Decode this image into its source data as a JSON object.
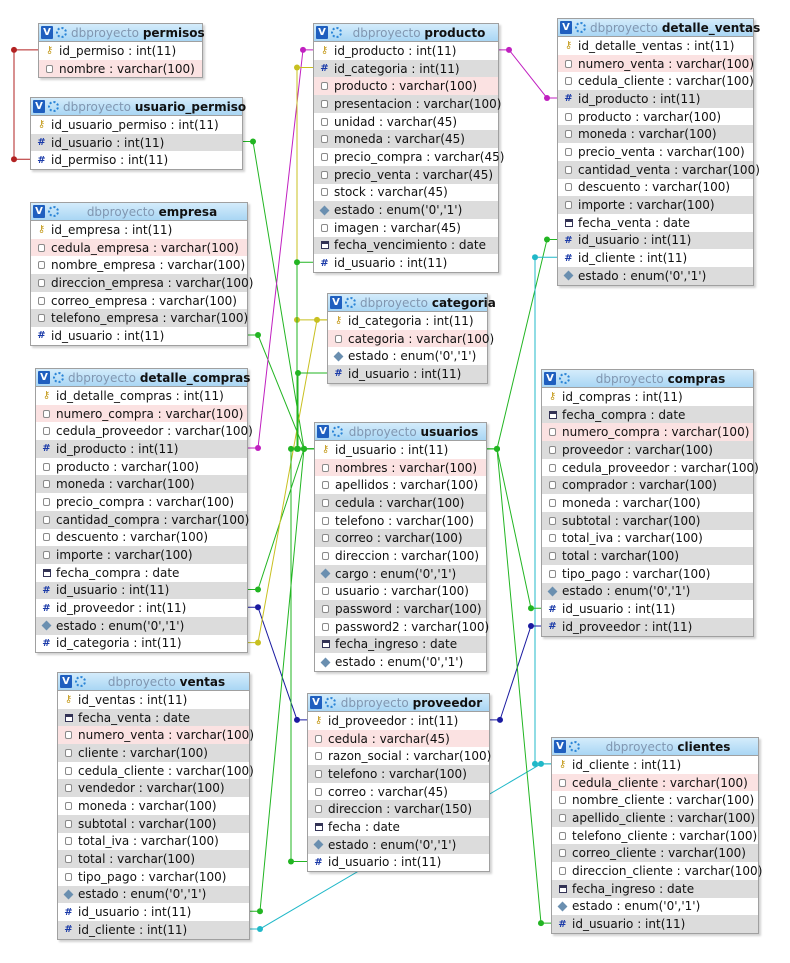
{
  "db_name": "dbproyecto",
  "tables": [
    {
      "name": "permisos",
      "columns": [
        {
          "text": "id_permiso : int(11)",
          "icon": "key",
          "shade": "white"
        },
        {
          "text": "nombre : varchar(100)",
          "icon": "text",
          "shade": "idx"
        }
      ]
    },
    {
      "name": "usuario_permiso",
      "columns": [
        {
          "text": "id_usuario_permiso : int(11)",
          "icon": "key",
          "shade": "white"
        },
        {
          "text": "id_usuario : int(11)",
          "icon": "num",
          "shade": "alt"
        },
        {
          "text": "id_permiso : int(11)",
          "icon": "num",
          "shade": "white"
        }
      ]
    },
    {
      "name": "empresa",
      "columns": [
        {
          "text": "id_empresa : int(11)",
          "icon": "key",
          "shade": "white"
        },
        {
          "text": "cedula_empresa : varchar(100)",
          "icon": "text",
          "shade": "idx"
        },
        {
          "text": "nombre_empresa : varchar(100)",
          "icon": "text",
          "shade": "white"
        },
        {
          "text": "direccion_empresa : varchar(100)",
          "icon": "text",
          "shade": "alt"
        },
        {
          "text": "correo_empresa : varchar(100)",
          "icon": "text",
          "shade": "white"
        },
        {
          "text": "telefono_empresa : varchar(100)",
          "icon": "text",
          "shade": "alt"
        },
        {
          "text": "id_usuario : int(11)",
          "icon": "num",
          "shade": "white"
        }
      ]
    },
    {
      "name": "detalle_compras",
      "columns": [
        {
          "text": "id_detalle_compras : int(11)",
          "icon": "key",
          "shade": "white"
        },
        {
          "text": "numero_compra : varchar(100)",
          "icon": "text",
          "shade": "idx"
        },
        {
          "text": "cedula_proveedor : varchar(100)",
          "icon": "text",
          "shade": "white"
        },
        {
          "text": "id_producto : int(11)",
          "icon": "num",
          "shade": "alt"
        },
        {
          "text": "producto : varchar(100)",
          "icon": "text",
          "shade": "white"
        },
        {
          "text": "moneda : varchar(100)",
          "icon": "text",
          "shade": "alt"
        },
        {
          "text": "precio_compra : varchar(100)",
          "icon": "text",
          "shade": "white"
        },
        {
          "text": "cantidad_compra : varchar(100)",
          "icon": "text",
          "shade": "alt"
        },
        {
          "text": "descuento : varchar(100)",
          "icon": "text",
          "shade": "white"
        },
        {
          "text": "importe : varchar(100)",
          "icon": "text",
          "shade": "alt"
        },
        {
          "text": "fecha_compra : date",
          "icon": "date",
          "shade": "white"
        },
        {
          "text": "id_usuario : int(11)",
          "icon": "num",
          "shade": "alt"
        },
        {
          "text": "id_proveedor : int(11)",
          "icon": "num",
          "shade": "white"
        },
        {
          "text": "estado : enum('0','1')",
          "icon": "enum",
          "shade": "alt"
        },
        {
          "text": "id_categoria : int(11)",
          "icon": "num",
          "shade": "white"
        }
      ]
    },
    {
      "name": "ventas",
      "columns": [
        {
          "text": "id_ventas : int(11)",
          "icon": "key",
          "shade": "white"
        },
        {
          "text": "fecha_venta : date",
          "icon": "date",
          "shade": "alt"
        },
        {
          "text": "numero_venta : varchar(100)",
          "icon": "text",
          "shade": "idx"
        },
        {
          "text": "cliente : varchar(100)",
          "icon": "text",
          "shade": "alt"
        },
        {
          "text": "cedula_cliente : varchar(100)",
          "icon": "text",
          "shade": "white"
        },
        {
          "text": "vendedor : varchar(100)",
          "icon": "text",
          "shade": "alt"
        },
        {
          "text": "moneda : varchar(100)",
          "icon": "text",
          "shade": "white"
        },
        {
          "text": "subtotal : varchar(100)",
          "icon": "text",
          "shade": "alt"
        },
        {
          "text": "total_iva : varchar(100)",
          "icon": "text",
          "shade": "white"
        },
        {
          "text": "total : varchar(100)",
          "icon": "text",
          "shade": "alt"
        },
        {
          "text": "tipo_pago : varchar(100)",
          "icon": "text",
          "shade": "white"
        },
        {
          "text": "estado : enum('0','1')",
          "icon": "enum",
          "shade": "alt"
        },
        {
          "text": "id_usuario : int(11)",
          "icon": "num",
          "shade": "white"
        },
        {
          "text": "id_cliente : int(11)",
          "icon": "num",
          "shade": "alt"
        }
      ]
    },
    {
      "name": "producto",
      "columns": [
        {
          "text": "id_producto : int(11)",
          "icon": "key",
          "shade": "white"
        },
        {
          "text": "id_categoria : int(11)",
          "icon": "num",
          "shade": "alt"
        },
        {
          "text": "producto : varchar(100)",
          "icon": "text",
          "shade": "idx"
        },
        {
          "text": "presentacion : varchar(100)",
          "icon": "text",
          "shade": "alt"
        },
        {
          "text": "unidad : varchar(45)",
          "icon": "text",
          "shade": "white"
        },
        {
          "text": "moneda : varchar(45)",
          "icon": "text",
          "shade": "alt"
        },
        {
          "text": "precio_compra : varchar(45)",
          "icon": "text",
          "shade": "white"
        },
        {
          "text": "precio_venta : varchar(45)",
          "icon": "text",
          "shade": "alt"
        },
        {
          "text": "stock : varchar(45)",
          "icon": "text",
          "shade": "white"
        },
        {
          "text": "estado : enum('0','1')",
          "icon": "enum",
          "shade": "alt"
        },
        {
          "text": "imagen : varchar(45)",
          "icon": "text",
          "shade": "white"
        },
        {
          "text": "fecha_vencimiento : date",
          "icon": "date",
          "shade": "alt"
        },
        {
          "text": "id_usuario : int(11)",
          "icon": "num",
          "shade": "white"
        }
      ]
    },
    {
      "name": "categoria",
      "columns": [
        {
          "text": "id_categoria : int(11)",
          "icon": "key",
          "shade": "white"
        },
        {
          "text": "categoria : varchar(100)",
          "icon": "text",
          "shade": "idx"
        },
        {
          "text": "estado : enum('0','1')",
          "icon": "enum",
          "shade": "white"
        },
        {
          "text": "id_usuario : int(11)",
          "icon": "num",
          "shade": "alt"
        }
      ]
    },
    {
      "name": "usuarios",
      "columns": [
        {
          "text": "id_usuario : int(11)",
          "icon": "key",
          "shade": "white"
        },
        {
          "text": "nombres : varchar(100)",
          "icon": "text",
          "shade": "idx"
        },
        {
          "text": "apellidos : varchar(100)",
          "icon": "text",
          "shade": "white"
        },
        {
          "text": "cedula : varchar(100)",
          "icon": "text",
          "shade": "alt"
        },
        {
          "text": "telefono : varchar(100)",
          "icon": "text",
          "shade": "white"
        },
        {
          "text": "correo : varchar(100)",
          "icon": "text",
          "shade": "alt"
        },
        {
          "text": "direccion : varchar(100)",
          "icon": "text",
          "shade": "white"
        },
        {
          "text": "cargo : enum('0','1')",
          "icon": "enum",
          "shade": "alt"
        },
        {
          "text": "usuario : varchar(100)",
          "icon": "text",
          "shade": "white"
        },
        {
          "text": "password : varchar(100)",
          "icon": "text",
          "shade": "alt"
        },
        {
          "text": "password2 : varchar(100)",
          "icon": "text",
          "shade": "white"
        },
        {
          "text": "fecha_ingreso : date",
          "icon": "date",
          "shade": "alt"
        },
        {
          "text": "estado : enum('0','1')",
          "icon": "enum",
          "shade": "white"
        }
      ]
    },
    {
      "name": "proveedor",
      "columns": [
        {
          "text": "id_proveedor : int(11)",
          "icon": "key",
          "shade": "white"
        },
        {
          "text": "cedula : varchar(45)",
          "icon": "text",
          "shade": "idx"
        },
        {
          "text": "razon_social : varchar(100)",
          "icon": "text",
          "shade": "white"
        },
        {
          "text": "telefono : varchar(100)",
          "icon": "text",
          "shade": "alt"
        },
        {
          "text": "correo : varchar(45)",
          "icon": "text",
          "shade": "white"
        },
        {
          "text": "direccion : varchar(150)",
          "icon": "text",
          "shade": "alt"
        },
        {
          "text": "fecha : date",
          "icon": "date",
          "shade": "white"
        },
        {
          "text": "estado : enum('0','1')",
          "icon": "enum",
          "shade": "alt"
        },
        {
          "text": "id_usuario : int(11)",
          "icon": "num",
          "shade": "white"
        }
      ]
    },
    {
      "name": "detalle_ventas",
      "columns": [
        {
          "text": "id_detalle_ventas : int(11)",
          "icon": "key",
          "shade": "white"
        },
        {
          "text": "numero_venta : varchar(100)",
          "icon": "text",
          "shade": "idx"
        },
        {
          "text": "cedula_cliente : varchar(100)",
          "icon": "text",
          "shade": "white"
        },
        {
          "text": "id_producto : int(11)",
          "icon": "num",
          "shade": "alt"
        },
        {
          "text": "producto : varchar(100)",
          "icon": "text",
          "shade": "white"
        },
        {
          "text": "moneda : varchar(100)",
          "icon": "text",
          "shade": "alt"
        },
        {
          "text": "precio_venta : varchar(100)",
          "icon": "text",
          "shade": "white"
        },
        {
          "text": "cantidad_venta : varchar(100)",
          "icon": "text",
          "shade": "alt"
        },
        {
          "text": "descuento : varchar(100)",
          "icon": "text",
          "shade": "white"
        },
        {
          "text": "importe : varchar(100)",
          "icon": "text",
          "shade": "alt"
        },
        {
          "text": "fecha_venta : date",
          "icon": "date",
          "shade": "white"
        },
        {
          "text": "id_usuario : int(11)",
          "icon": "num",
          "shade": "alt"
        },
        {
          "text": "id_cliente : int(11)",
          "icon": "num",
          "shade": "white"
        },
        {
          "text": "estado : enum('0','1')",
          "icon": "enum",
          "shade": "alt"
        }
      ]
    },
    {
      "name": "compras",
      "columns": [
        {
          "text": "id_compras : int(11)",
          "icon": "key",
          "shade": "white"
        },
        {
          "text": "fecha_compra : date",
          "icon": "date",
          "shade": "alt"
        },
        {
          "text": "numero_compra : varchar(100)",
          "icon": "text",
          "shade": "idx"
        },
        {
          "text": "proveedor : varchar(100)",
          "icon": "text",
          "shade": "alt"
        },
        {
          "text": "cedula_proveedor : varchar(100)",
          "icon": "text",
          "shade": "white"
        },
        {
          "text": "comprador : varchar(100)",
          "icon": "text",
          "shade": "alt"
        },
        {
          "text": "moneda : varchar(100)",
          "icon": "text",
          "shade": "white"
        },
        {
          "text": "subtotal : varchar(100)",
          "icon": "text",
          "shade": "alt"
        },
        {
          "text": "total_iva : varchar(100)",
          "icon": "text",
          "shade": "white"
        },
        {
          "text": "total : varchar(100)",
          "icon": "text",
          "shade": "alt"
        },
        {
          "text": "tipo_pago : varchar(100)",
          "icon": "text",
          "shade": "white"
        },
        {
          "text": "estado : enum('0','1')",
          "icon": "enum",
          "shade": "alt"
        },
        {
          "text": "id_usuario : int(11)",
          "icon": "num",
          "shade": "white"
        },
        {
          "text": "id_proveedor : int(11)",
          "icon": "num",
          "shade": "alt"
        }
      ]
    },
    {
      "name": "clientes",
      "columns": [
        {
          "text": "id_cliente : int(11)",
          "icon": "key",
          "shade": "white"
        },
        {
          "text": "cedula_cliente : varchar(100)",
          "icon": "text",
          "shade": "idx"
        },
        {
          "text": "nombre_cliente : varchar(100)",
          "icon": "text",
          "shade": "white"
        },
        {
          "text": "apellido_cliente : varchar(100)",
          "icon": "text",
          "shade": "alt"
        },
        {
          "text": "telefono_cliente : varchar(100)",
          "icon": "text",
          "shade": "white"
        },
        {
          "text": "correo_cliente : varchar(100)",
          "icon": "text",
          "shade": "alt"
        },
        {
          "text": "direccion_cliente : varchar(100)",
          "icon": "text",
          "shade": "white"
        },
        {
          "text": "fecha_ingreso : date",
          "icon": "date",
          "shade": "alt"
        },
        {
          "text": "estado : enum('0','1')",
          "icon": "enum",
          "shade": "white"
        },
        {
          "text": "id_usuario : int(11)",
          "icon": "num",
          "shade": "alt"
        }
      ]
    }
  ],
  "relations": [
    {
      "from": "usuario_permiso.id_permiso",
      "to": "permisos.id_permiso",
      "color": "#b22222"
    },
    {
      "from": "usuario_permiso.id_usuario",
      "to": "usuarios.id_usuario",
      "color": "#22b522"
    },
    {
      "from": "empresa.id_usuario",
      "to": "usuarios.id_usuario",
      "color": "#22b522"
    },
    {
      "from": "detalle_compras.id_producto",
      "to": "producto.id_producto",
      "color": "#c020c0"
    },
    {
      "from": "detalle_compras.id_usuario",
      "to": "usuarios.id_usuario",
      "color": "#22b522"
    },
    {
      "from": "detalle_compras.id_proveedor",
      "to": "proveedor.id_proveedor",
      "color": "#1a1aa0"
    },
    {
      "from": "detalle_compras.id_categoria",
      "to": "categoria.id_categoria",
      "color": "#c8c020"
    },
    {
      "from": "ventas.id_usuario",
      "to": "usuarios.id_usuario",
      "color": "#22b522"
    },
    {
      "from": "ventas.id_cliente",
      "to": "clientes.id_cliente",
      "color": "#20b8c8"
    },
    {
      "from": "producto.id_categoria",
      "to": "categoria.id_categoria",
      "color": "#c8c020"
    },
    {
      "from": "producto.id_usuario",
      "to": "usuarios.id_usuario",
      "color": "#22b522"
    },
    {
      "from": "categoria.id_usuario",
      "to": "usuarios.id_usuario",
      "color": "#22b522"
    },
    {
      "from": "detalle_ventas.id_producto",
      "to": "producto.id_producto",
      "color": "#c020c0"
    },
    {
      "from": "detalle_ventas.id_usuario",
      "to": "usuarios.id_usuario",
      "color": "#22b522"
    },
    {
      "from": "detalle_ventas.id_cliente",
      "to": "clientes.id_cliente",
      "color": "#20b8c8"
    },
    {
      "from": "compras.id_usuario",
      "to": "usuarios.id_usuario",
      "color": "#22b522"
    },
    {
      "from": "compras.id_proveedor",
      "to": "proveedor.id_proveedor",
      "color": "#1a1aa0"
    },
    {
      "from": "proveedor.id_usuario",
      "to": "usuarios.id_usuario",
      "color": "#22b522"
    },
    {
      "from": "clientes.id_usuario",
      "to": "usuarios.id_usuario",
      "color": "#22b522"
    }
  ]
}
